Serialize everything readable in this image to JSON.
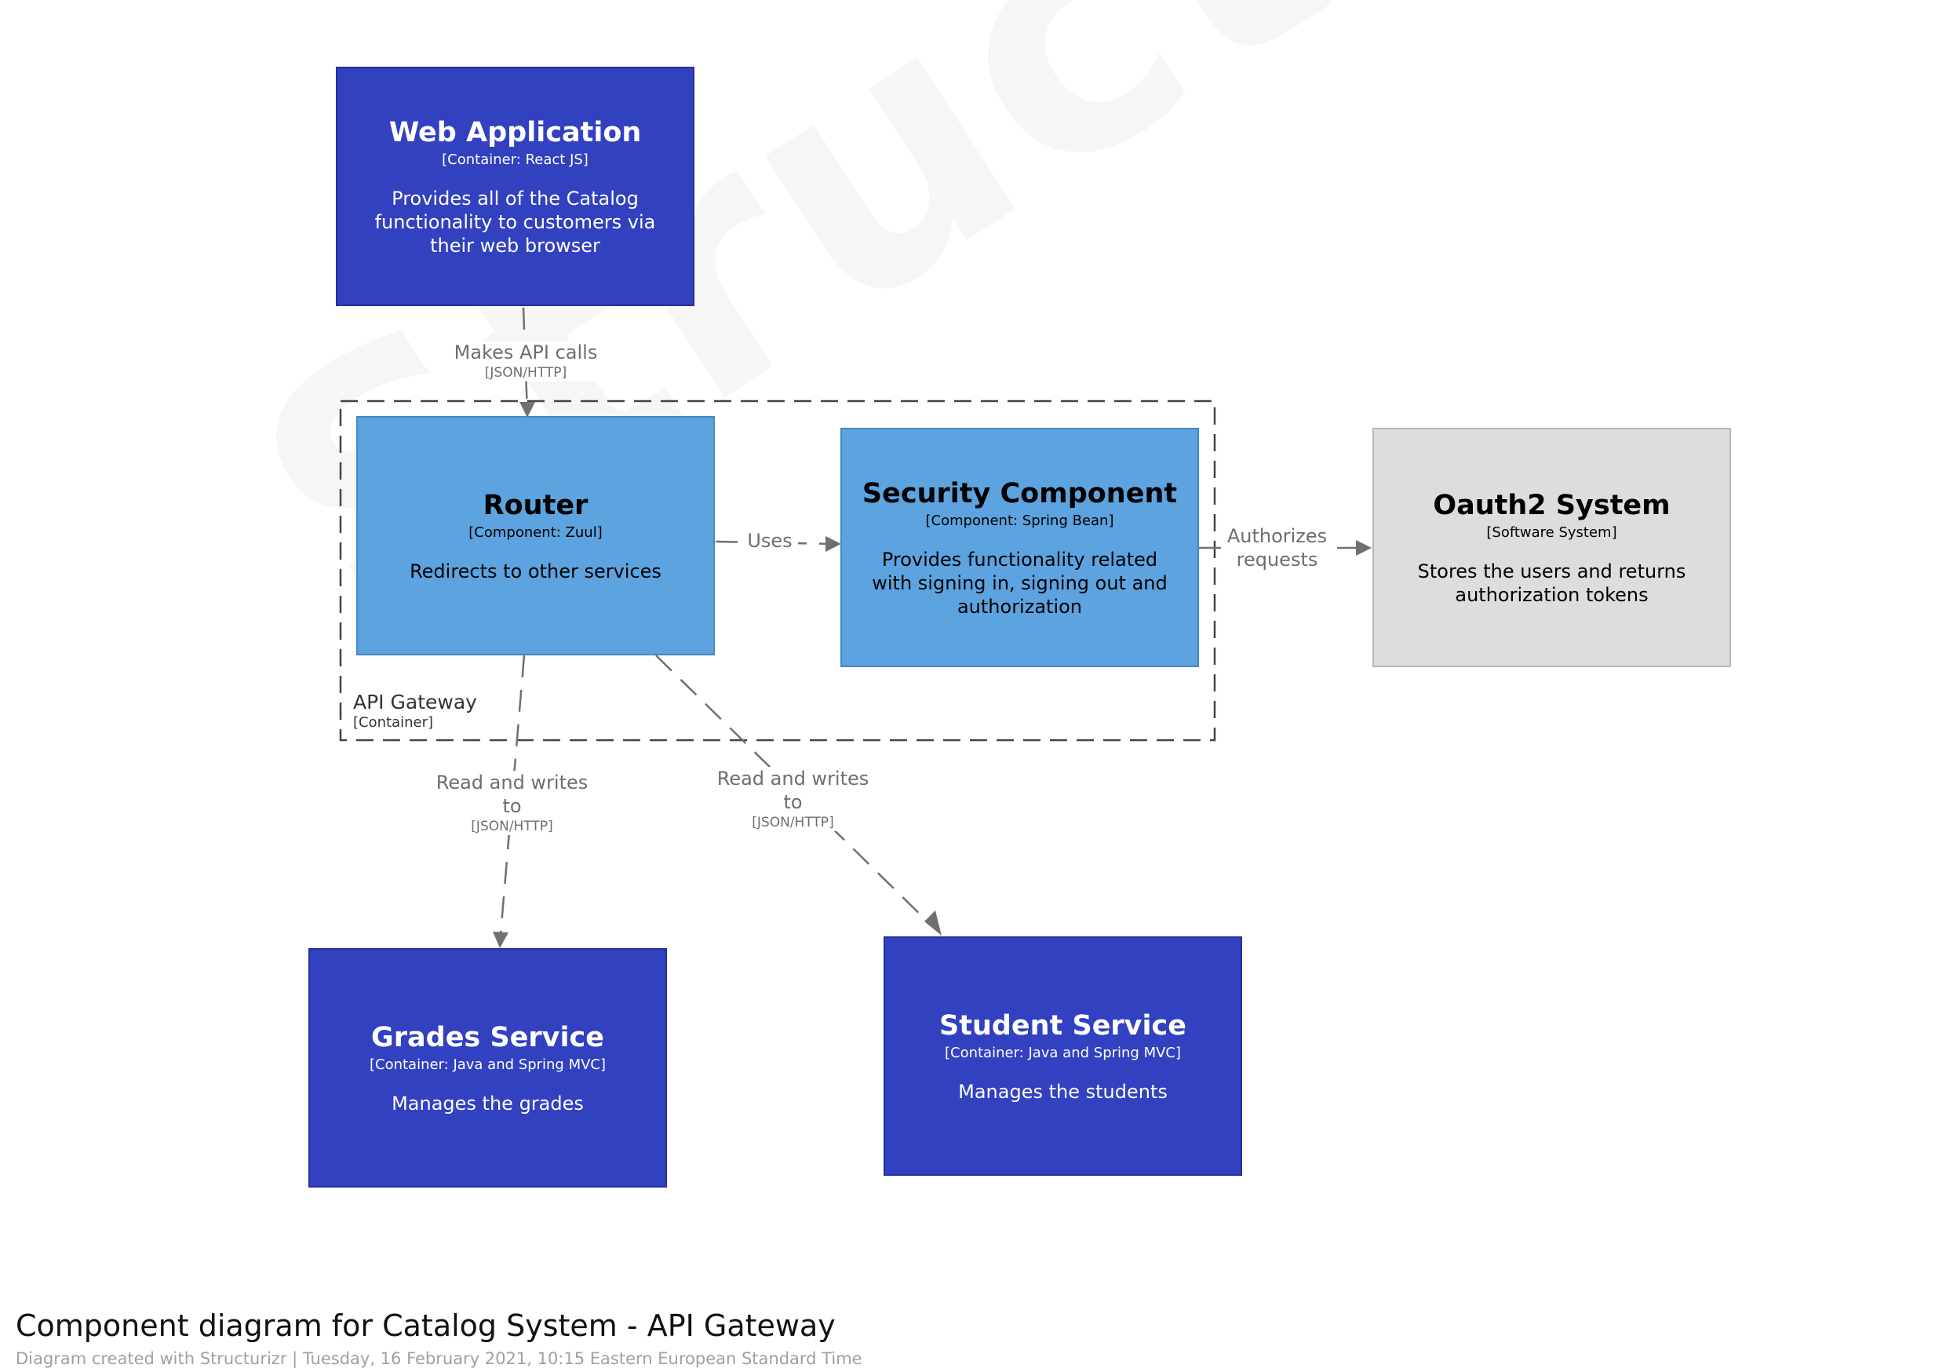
{
  "watermark": "Structurizr",
  "colors": {
    "container_fill": "#3141c0",
    "component_fill": "#5ca3df",
    "external_fill": "#dddddd",
    "relationship": "#707070",
    "boundary": "#444444"
  },
  "boundary": {
    "name": "API Gateway",
    "type": "[Container]"
  },
  "elements": {
    "web_app": {
      "title": "Web Application",
      "tech": "[Container: React JS]",
      "desc": "Provides all of the Catalog functionality to customers via their web browser"
    },
    "router": {
      "title": "Router",
      "tech": "[Component: Zuul]",
      "desc": "Redirects to other services"
    },
    "security": {
      "title": "Security Component",
      "tech": "[Component: Spring Bean]",
      "desc": "Provides functionality related with signing in, signing out and authorization"
    },
    "oauth": {
      "title": "Oauth2 System",
      "tech": "[Software System]",
      "desc": "Stores the users and returns authorization tokens"
    },
    "grades": {
      "title": "Grades Service",
      "tech": "[Container: Java and Spring MVC]",
      "desc": "Manages the grades"
    },
    "student": {
      "title": "Student Service",
      "tech": "[Container: Java and Spring MVC]",
      "desc": "Manages the students"
    }
  },
  "relationships": {
    "webapp_router": {
      "desc": "Makes API calls",
      "tech": "[JSON/HTTP]"
    },
    "router_security": {
      "desc": "Uses",
      "tech": ""
    },
    "security_oauth": {
      "desc": "Authorizes requests",
      "tech": ""
    },
    "router_grades": {
      "desc": "Read and writes to",
      "tech": "[JSON/HTTP]"
    },
    "router_student": {
      "desc": "Read and writes to",
      "tech": "[JSON/HTTP]"
    }
  },
  "footer": {
    "title": "Component diagram for Catalog System - API Gateway",
    "meta": "Diagram created with Structurizr | Tuesday, 16 February 2021, 10:15 Eastern European Standard Time"
  }
}
